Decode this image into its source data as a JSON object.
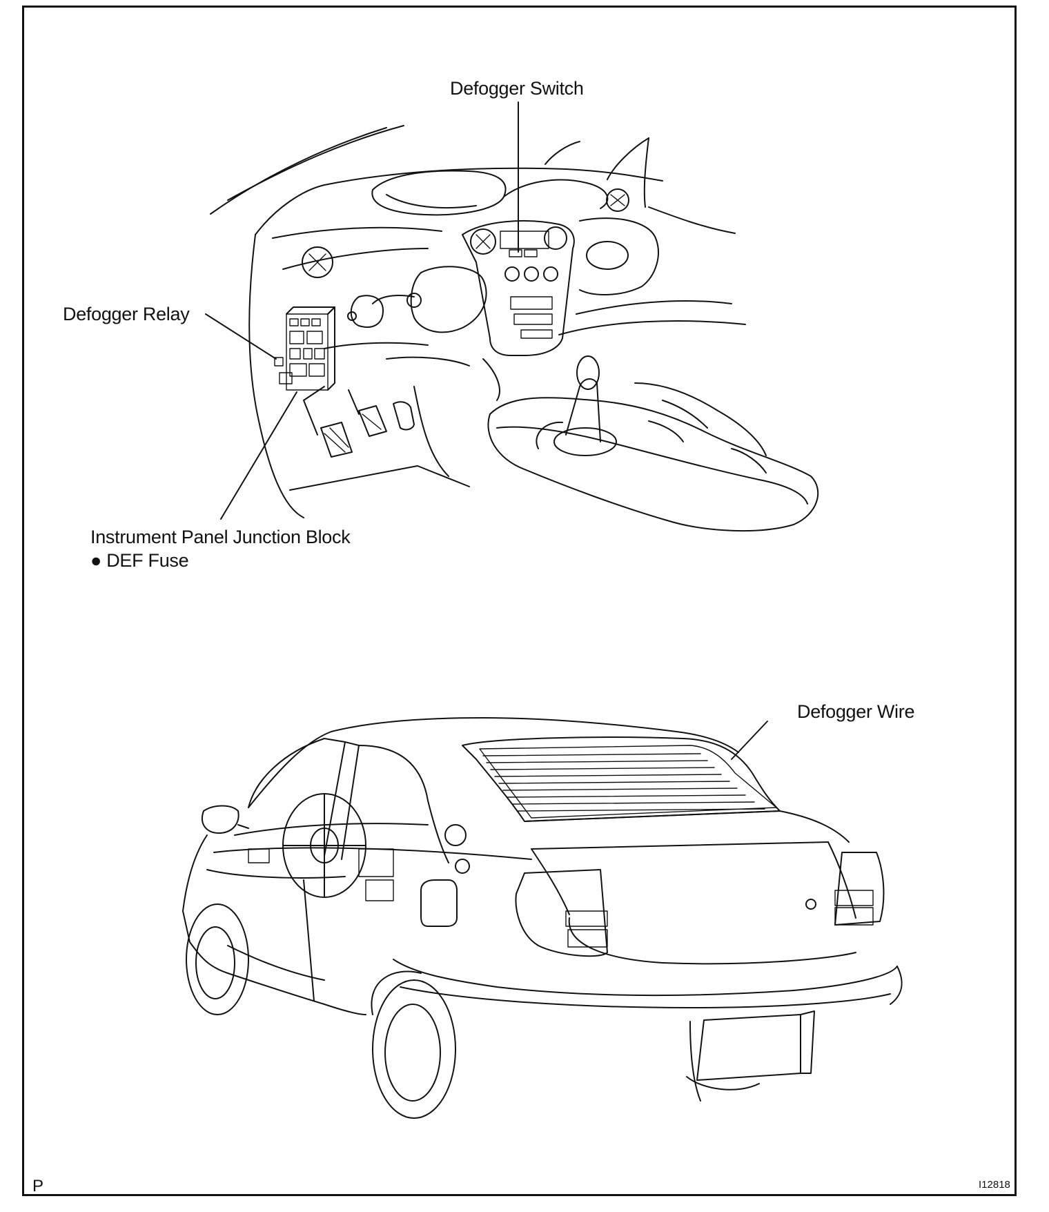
{
  "labels": {
    "defogger_switch": "Defogger Switch",
    "defogger_relay": "Defogger Relay",
    "junction_block": "Instrument Panel Junction Block",
    "def_fuse": "● DEF Fuse",
    "defogger_wire": "Defogger Wire"
  },
  "corner": {
    "section_mark": "P",
    "figure_id": "I12818"
  },
  "icons": {
    "interior": "dashboard-illustration",
    "exterior": "hatchback-rear-illustration"
  }
}
